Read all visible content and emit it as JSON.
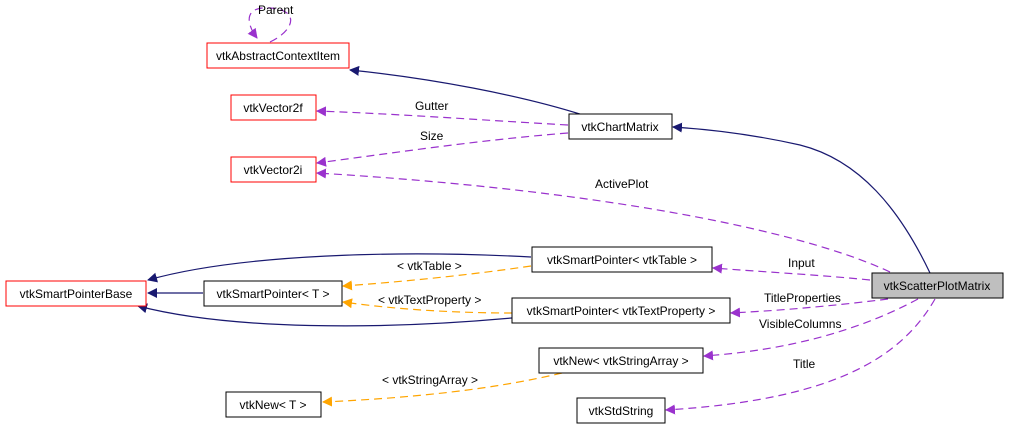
{
  "diagram": {
    "title": "vtkScatterPlotMatrix collaboration graph",
    "colors": {
      "inheritance": "#191970",
      "usage": "#9a32cd",
      "template": "#ffa500",
      "undocumented_border": "#ff0000",
      "documented_border": "#000000",
      "focus_fill": "#bfbfbf"
    },
    "nodes": [
      {
        "id": "vtkAbstractContextItem",
        "label": "vtkAbstractContextItem",
        "style": "undocumented"
      },
      {
        "id": "vtkVector2f",
        "label": "vtkVector2f",
        "style": "undocumented"
      },
      {
        "id": "vtkVector2i",
        "label": "vtkVector2i",
        "style": "undocumented"
      },
      {
        "id": "vtkChartMatrix",
        "label": "vtkChartMatrix",
        "style": "documented"
      },
      {
        "id": "vtkSmartPointerBase",
        "label": "vtkSmartPointerBase",
        "style": "undocumented"
      },
      {
        "id": "vtkSmartPointerT",
        "label": "vtkSmartPointer< T >",
        "style": "documented"
      },
      {
        "id": "vtkSmartPointerTable",
        "label": "vtkSmartPointer< vtkTable >",
        "style": "documented"
      },
      {
        "id": "vtkSmartPointerTextProperty",
        "label": "vtkSmartPointer< vtkTextProperty >",
        "style": "documented"
      },
      {
        "id": "vtkNewStringArray",
        "label": "vtkNew< vtkStringArray >",
        "style": "documented"
      },
      {
        "id": "vtkNewT",
        "label": "vtkNew< T >",
        "style": "documented"
      },
      {
        "id": "vtkStdString",
        "label": "vtkStdString",
        "style": "documented"
      },
      {
        "id": "vtkScatterPlotMatrix",
        "label": "vtkScatterPlotMatrix",
        "style": "focus"
      }
    ],
    "edges": [
      {
        "from": "vtkAbstractContextItem",
        "to": "vtkAbstractContextItem",
        "kind": "usage",
        "label": "Parent"
      },
      {
        "from": "vtkChartMatrix",
        "to": "vtkAbstractContextItem",
        "kind": "inheritance",
        "label": ""
      },
      {
        "from": "vtkChartMatrix",
        "to": "vtkVector2f",
        "kind": "usage",
        "label": "Gutter"
      },
      {
        "from": "vtkChartMatrix",
        "to": "vtkVector2i",
        "kind": "usage",
        "label": "Size"
      },
      {
        "from": "vtkScatterPlotMatrix",
        "to": "vtkVector2i",
        "kind": "usage",
        "label": "ActivePlot"
      },
      {
        "from": "vtkScatterPlotMatrix",
        "to": "vtkChartMatrix",
        "kind": "inheritance",
        "label": ""
      },
      {
        "from": "vtkSmartPointerTable",
        "to": "vtkSmartPointerBase",
        "kind": "inheritance",
        "label": ""
      },
      {
        "from": "vtkSmartPointerT",
        "to": "vtkSmartPointerBase",
        "kind": "inheritance",
        "label": ""
      },
      {
        "from": "vtkSmartPointerTextProperty",
        "to": "vtkSmartPointerBase",
        "kind": "inheritance",
        "label": ""
      },
      {
        "from": "vtkSmartPointerTable",
        "to": "vtkSmartPointerT",
        "kind": "template",
        "label": "< vtkTable >"
      },
      {
        "from": "vtkSmartPointerTextProperty",
        "to": "vtkSmartPointerT",
        "kind": "template",
        "label": "< vtkTextProperty >"
      },
      {
        "from": "vtkScatterPlotMatrix",
        "to": "vtkSmartPointerTable",
        "kind": "usage",
        "label": "Input"
      },
      {
        "from": "vtkScatterPlotMatrix",
        "to": "vtkSmartPointerTextProperty",
        "kind": "usage",
        "label": "TitleProperties"
      },
      {
        "from": "vtkScatterPlotMatrix",
        "to": "vtkNewStringArray",
        "kind": "usage",
        "label": "VisibleColumns"
      },
      {
        "from": "vtkNewStringArray",
        "to": "vtkNewT",
        "kind": "template",
        "label": "< vtkStringArray >"
      },
      {
        "from": "vtkScatterPlotMatrix",
        "to": "vtkStdString",
        "kind": "usage",
        "label": "Title"
      }
    ]
  }
}
